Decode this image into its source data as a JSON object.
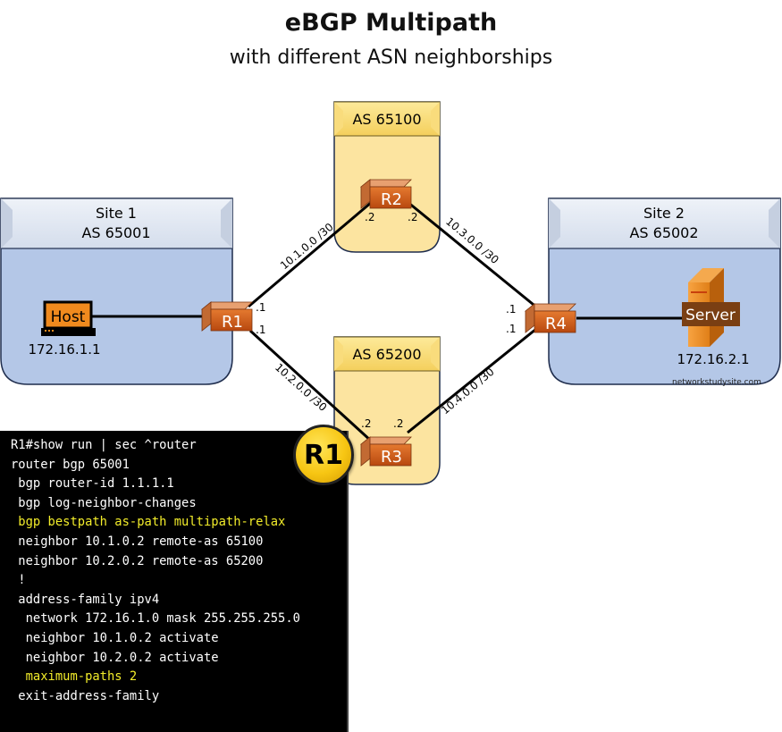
{
  "title": "eBGP Multipath",
  "subtitle": "with different ASN neighborships",
  "sites": [
    {
      "name": "Site 1",
      "asn": "AS 65001",
      "device": "Host",
      "ip": "172.16.1.1"
    },
    {
      "name": "Site 2",
      "asn": "AS 65002",
      "device": "Server",
      "ip": "172.16.2.1"
    }
  ],
  "transit_as": [
    {
      "asn": "AS 65100",
      "router": "R2"
    },
    {
      "asn": "AS 65200",
      "router": "R3"
    }
  ],
  "routers": {
    "r1": "R1",
    "r2": "R2",
    "r3": "R3",
    "r4": "R4"
  },
  "links": [
    {
      "subnet": "10.1.0.0 /30",
      "a_end": ".1",
      "b_end": ".2"
    },
    {
      "subnet": "10.2.0.0 /30",
      "a_end": ".1",
      "b_end": ".2"
    },
    {
      "subnet": "10.3.0.0 /30",
      "a_end": ".2",
      "b_end": ".1"
    },
    {
      "subnet": "10.4.0.0 /30",
      "a_end": ".2",
      "b_end": ".1"
    }
  ],
  "badge": "R1",
  "watermark": "networkstudysite.com",
  "terminal": {
    "lines": [
      {
        "text": "R1#show run | sec ^router",
        "highlight": false
      },
      {
        "text": "router bgp 65001",
        "highlight": false
      },
      {
        "text": " bgp router-id 1.1.1.1",
        "highlight": false
      },
      {
        "text": " bgp log-neighbor-changes",
        "highlight": false
      },
      {
        "text": " bgp bestpath as-path multipath-relax",
        "highlight": true
      },
      {
        "text": " neighbor 10.1.0.2 remote-as 65100",
        "highlight": false
      },
      {
        "text": " neighbor 10.2.0.2 remote-as 65200",
        "highlight": false
      },
      {
        "text": " !",
        "highlight": false
      },
      {
        "text": " address-family ipv4",
        "highlight": false
      },
      {
        "text": "  network 172.16.1.0 mask 255.255.255.0",
        "highlight": false
      },
      {
        "text": "  neighbor 10.1.0.2 activate",
        "highlight": false
      },
      {
        "text": "  neighbor 10.2.0.2 activate",
        "highlight": false
      },
      {
        "text": "  maximum-paths 2",
        "highlight": true
      },
      {
        "text": " exit-address-family",
        "highlight": false
      }
    ]
  },
  "colors": {
    "site_fill": "#b4c7e7",
    "site_header": "#dbe3f0",
    "as_fill": "#fce4a0",
    "as_header": "#f7d46a",
    "router": "#d5641f",
    "highlight": "#f2ec2a"
  }
}
